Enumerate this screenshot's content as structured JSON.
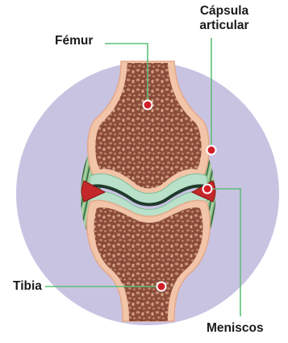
{
  "labels": {
    "femur": "Fémur",
    "capsula_line1": "Cápsula",
    "capsula_line2": "articular",
    "tibia": "Tibia",
    "meniscos": "Meniscos"
  },
  "colors": {
    "background_circle": "#c9c3e2",
    "bone_cortex": "#f2c4a8",
    "bone_spongy": "#9a5a46",
    "cartilage": "#b9e0c9",
    "joint_cavity": "#1f3a2c",
    "capsule_fibers": "#4f7d52",
    "meniscus": "#c4282a",
    "leader_line": "#5fbf7a",
    "marker": "#d11f2a"
  }
}
